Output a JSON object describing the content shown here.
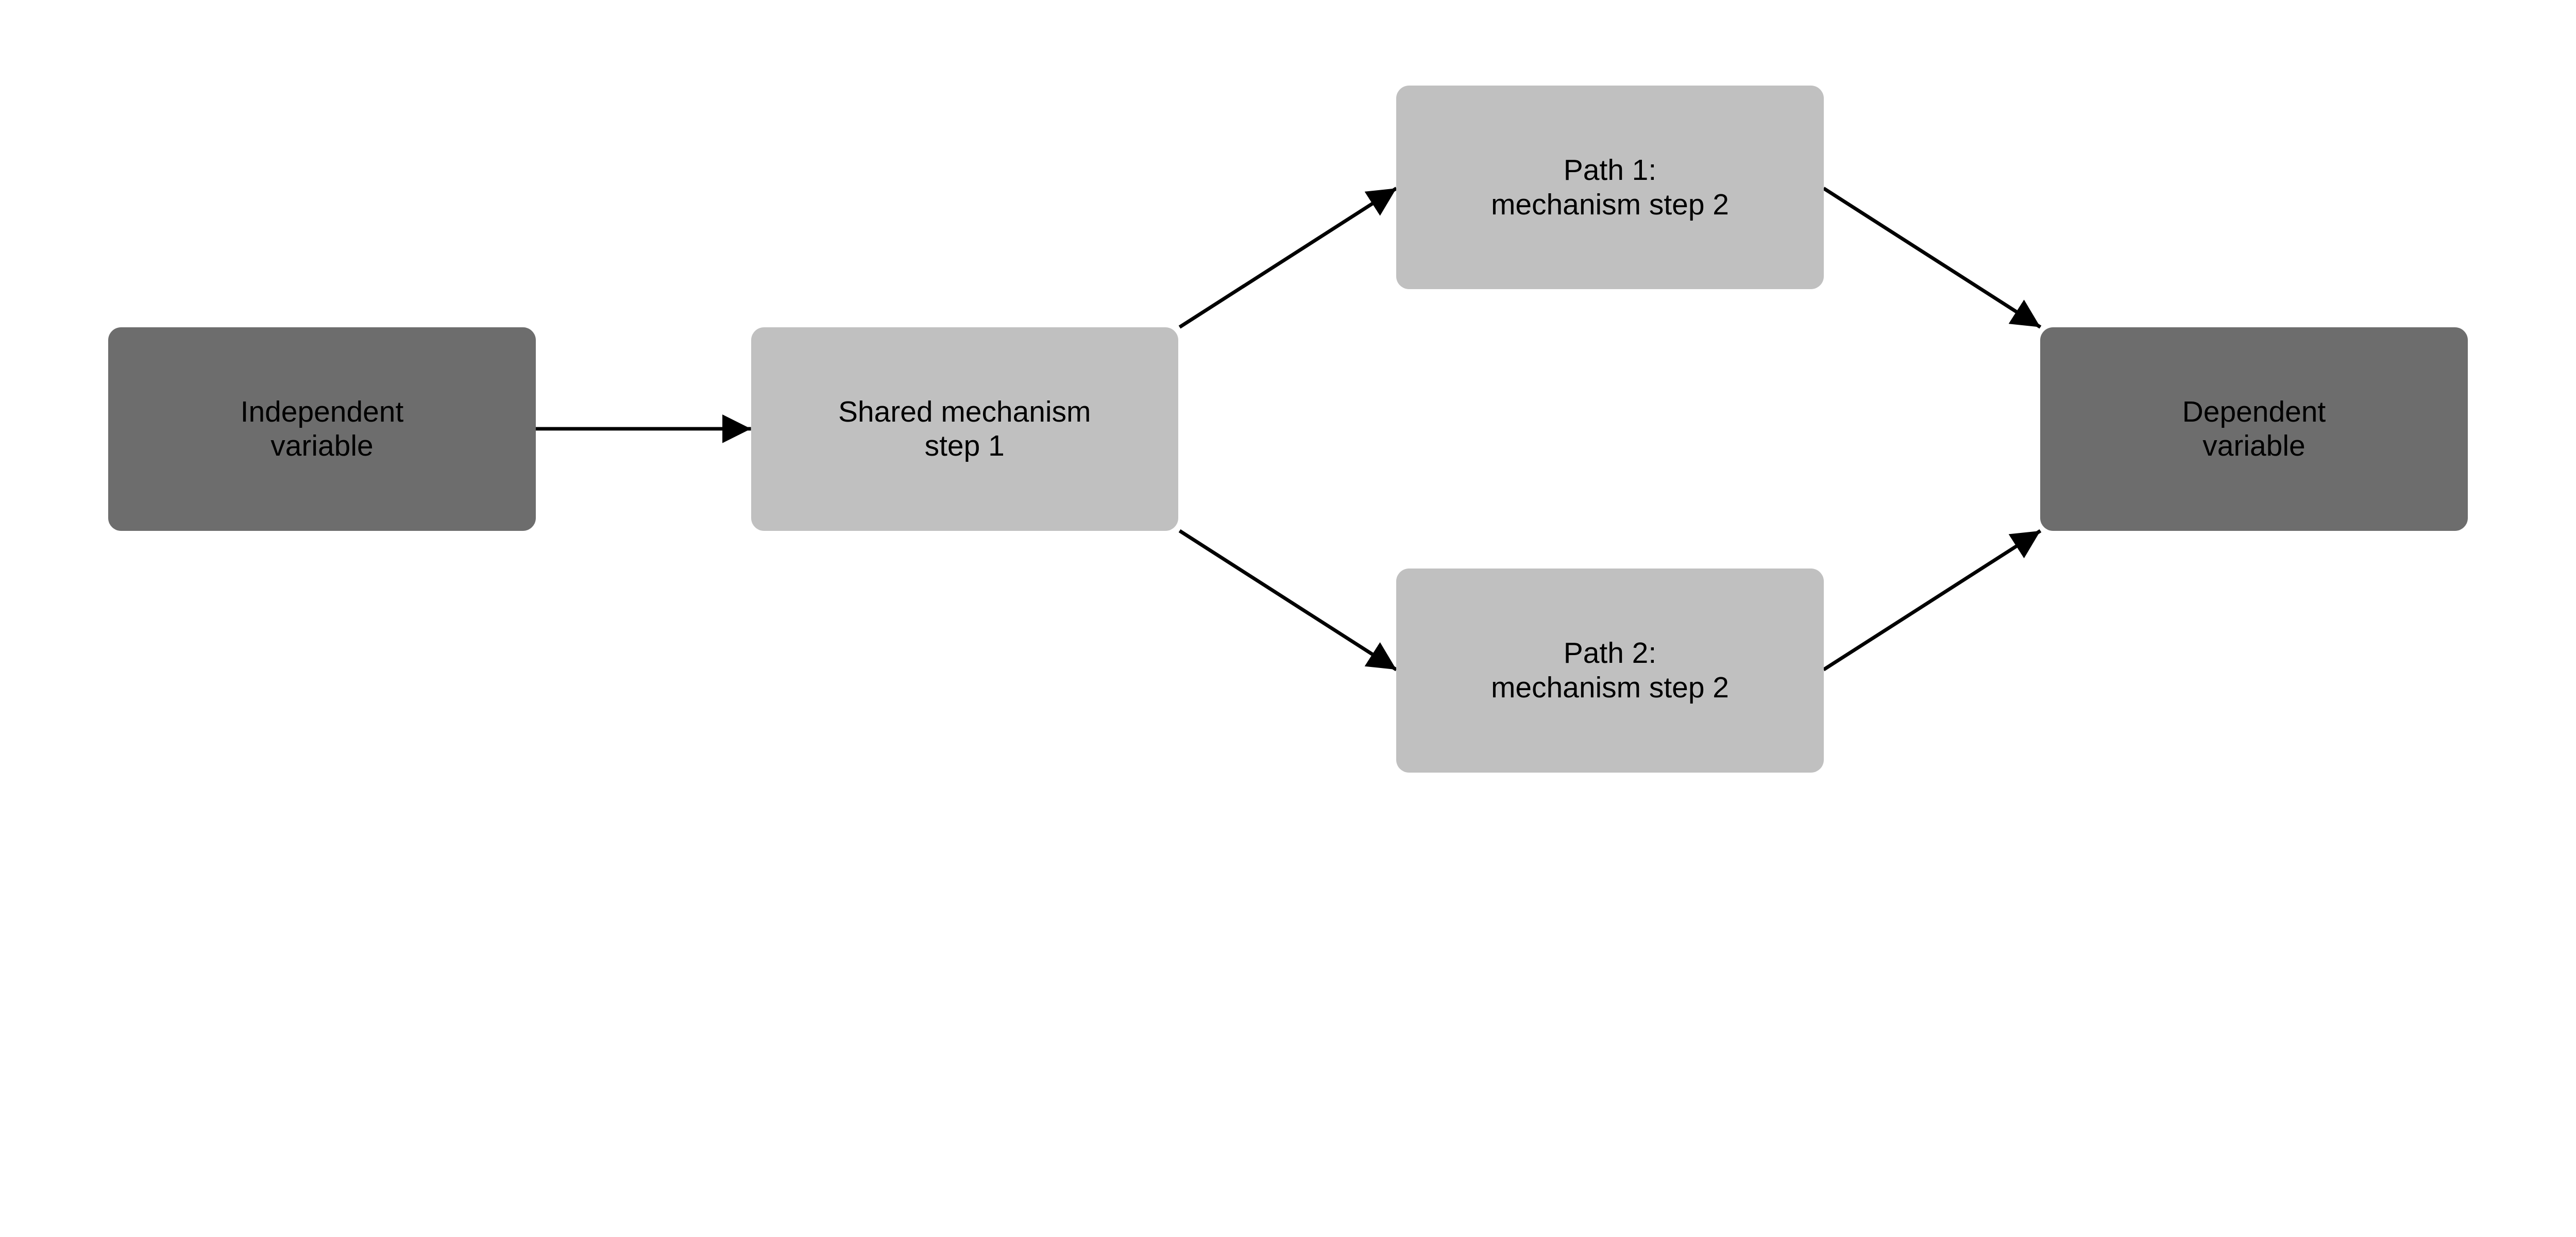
{
  "colors": {
    "variable_box": "#6d6d6d",
    "mechanism_box": "#c0c0c0",
    "arrow": "#000000"
  },
  "nodes": {
    "independent": {
      "line1": "Independent",
      "line2": "variable"
    },
    "shared": {
      "line1": "Shared mechanism",
      "line2": "step 1"
    },
    "path1": {
      "line1": "Path 1:",
      "line2": "mechanism step 2"
    },
    "path2": {
      "line1": "Path 2:",
      "line2": "mechanism step 2"
    },
    "dependent": {
      "line1": "Dependent",
      "line2": "variable"
    }
  },
  "edges": [
    {
      "from": "independent",
      "to": "shared"
    },
    {
      "from": "shared",
      "to": "path1"
    },
    {
      "from": "shared",
      "to": "path2"
    },
    {
      "from": "path1",
      "to": "dependent"
    },
    {
      "from": "path2",
      "to": "dependent"
    }
  ]
}
